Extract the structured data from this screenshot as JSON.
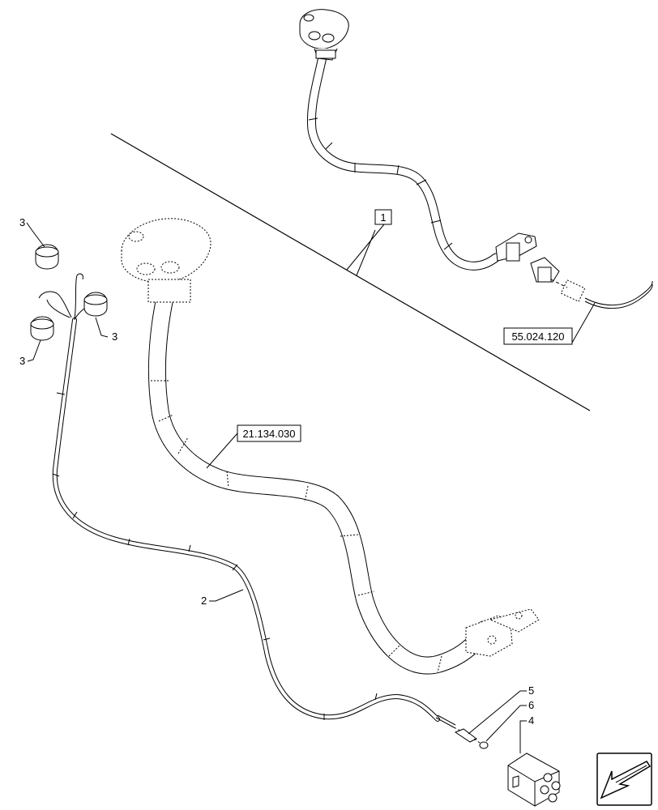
{
  "callouts": {
    "ref_1": "1",
    "ref_2": "2",
    "ref_3a": "3",
    "ref_3b": "3",
    "ref_3c": "3",
    "ref_4": "4",
    "ref_5": "5",
    "ref_6": "6"
  },
  "cross_refs": {
    "upper_harness": "55.024.120",
    "lower_lever": "21.134.030"
  },
  "icons": {
    "corner": "view-direction-arrow-icon"
  }
}
